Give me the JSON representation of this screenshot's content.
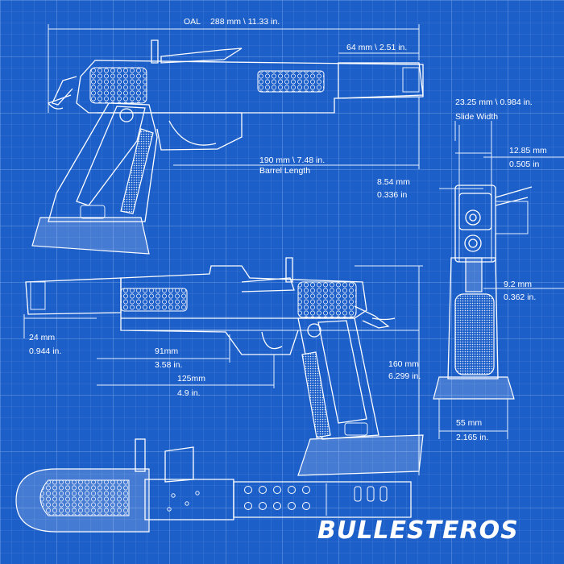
{
  "brand": {
    "name": "BULLESTEROS"
  },
  "colors": {
    "background": "#1d5fc9",
    "grid_minor": "#4f86dc",
    "grid_major": "#6f9de4",
    "line": "#ffffff"
  },
  "dimensions": {
    "oal": {
      "label": "OAL",
      "value": "288 mm \\ 11.33 in."
    },
    "muzzle": {
      "value": "64 mm \\ 2.51 in."
    },
    "barrel": {
      "value": "190 mm \\ 7.48  in.",
      "caption": "Barrel Length"
    },
    "slide_width": {
      "value": "23.25 mm \\ 0.984 in.",
      "caption": "Slide Width"
    },
    "rail_width": {
      "mm": "12.85 mm",
      "in": "0.505 in"
    },
    "sight_height": {
      "mm": "8.54 mm",
      "in": "0.336 in"
    },
    "grip_width": {
      "mm": "9.2 mm",
      "in": "0.362 in."
    },
    "bore_height": {
      "mm": "24 mm",
      "in": "0.944 in."
    },
    "trigger_reach": {
      "mm": "91mm",
      "in": "3.58 in."
    },
    "grip_reach": {
      "mm": "125mm",
      "in": "4.9 in."
    },
    "height": {
      "mm": "160  mm",
      "in": "6.299  in."
    },
    "base_width": {
      "mm": "55 mm",
      "in": "2.165 in."
    }
  }
}
